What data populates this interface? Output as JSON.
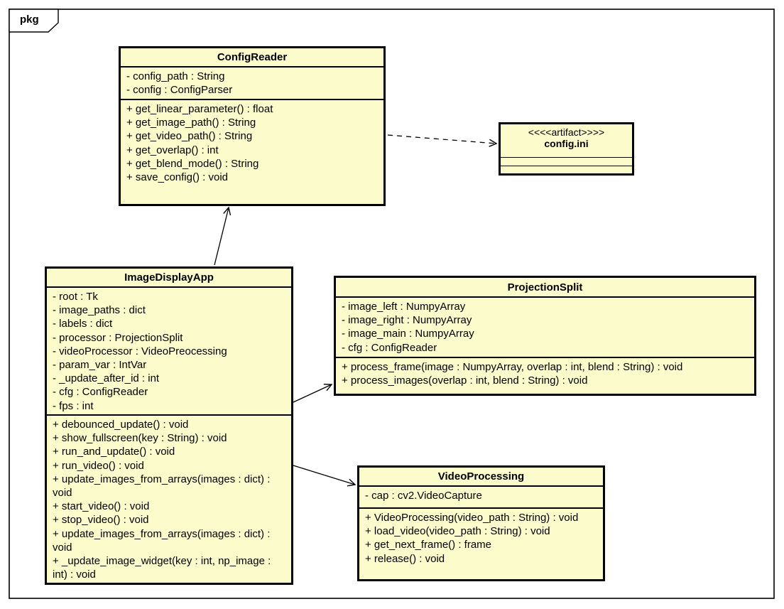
{
  "package": {
    "tab_label": "pkg"
  },
  "colors": {
    "box_fill": "#FBFBCB",
    "box_border": "#000000",
    "background": "#FFFFFF"
  },
  "classes": [
    {
      "name": "ConfigReader",
      "attributes": [
        "- config_path : String",
        "- config : ConfigParser"
      ],
      "methods": [
        "+ get_linear_parameter() : float",
        "+ get_image_path() : String",
        "+ get_video_path() : String",
        "+ get_overlap() : int",
        "+ get_blend_mode() : String",
        "+ save_config() : void"
      ]
    },
    {
      "name": "ImageDisplayApp",
      "attributes": [
        "- root : Tk",
        "- image_paths : dict",
        "- labels : dict",
        "- processor : ProjectionSplit",
        "- videoProcessor : VideoPreocessing",
        "- param_var : IntVar",
        "- _update_after_id : int",
        "- cfg : ConfigReader",
        "- fps : int"
      ],
      "methods": [
        "+ debounced_update() : void",
        "+ show_fullscreen(key : String) : void",
        "+ run_and_update() : void",
        "+ run_video() : void",
        "+ update_images_from_arrays(images : dict) : void",
        "+ start_video() : void",
        "+ stop_video() : void",
        "+ update_images_from_arrays(images : dict) : void",
        "+ _update_image_widget(key : int, np_image : int) : void"
      ]
    },
    {
      "name": "ProjectionSplit",
      "attributes": [
        "- image_left : NumpyArray",
        "- image_right : NumpyArray",
        "- image_main : NumpyArray",
        "- cfg : ConfigReader"
      ],
      "methods": [
        "+ process_frame(image : NumpyArray, overlap : int, blend : String) : void",
        "+ process_images(overlap : int, blend : String) : void"
      ]
    },
    {
      "name": "VideoProcessing",
      "attributes": [
        "- cap : cv2.VideoCapture"
      ],
      "methods": [
        "+ VideoProcessing(video_path : String) : void",
        "+ load_video(video_path : String) : void",
        "+ get_next_frame() : frame",
        "+ release() : void"
      ]
    }
  ],
  "artifact": {
    "stereotype": "<<<<artifact>>>>",
    "name": "config.ini"
  },
  "relations": [
    {
      "from": "ImageDisplayApp",
      "to": "ConfigReader",
      "line": "solid",
      "arrow": "open"
    },
    {
      "from": "ConfigReader",
      "to": "config.ini",
      "line": "dashed",
      "arrow": "open"
    },
    {
      "from": "ImageDisplayApp",
      "to": "ProjectionSplit",
      "line": "solid",
      "arrow": "open"
    },
    {
      "from": "ImageDisplayApp",
      "to": "VideoProcessing",
      "line": "solid",
      "arrow": "open"
    }
  ]
}
